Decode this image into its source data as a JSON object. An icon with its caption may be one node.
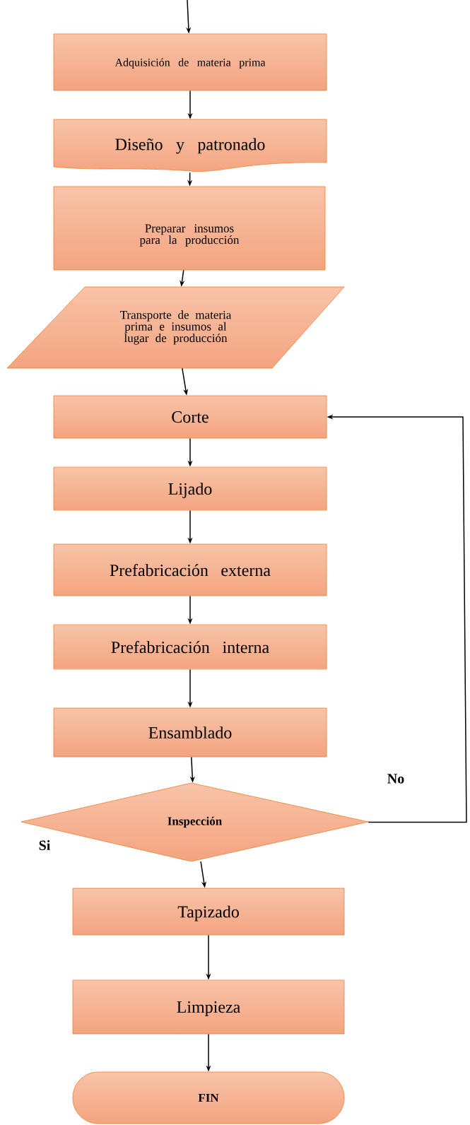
{
  "diagram": {
    "nodes": [
      {
        "text": [
          "Adquisición de materia prima"
        ]
      },
      {
        "text": [
          "Diseño y patronado"
        ]
      },
      {
        "text": [
          "Preparar insumos para la producción"
        ]
      },
      {
        "text": [
          "Transporte de materia prima e insumos al lugar de producción"
        ]
      },
      {
        "text": [
          "Corte"
        ]
      },
      {
        "text": [
          "Lijado"
        ]
      },
      {
        "text": [
          "Prefabricación externa"
        ]
      },
      {
        "text": [
          "Prefabricación interna"
        ]
      },
      {
        "text": [
          "Ensamblado"
        ]
      },
      {
        "text": [
          "Inspección"
        ]
      },
      {
        "text": [
          "Tapizado"
        ]
      },
      {
        "text": [
          "Limpieza"
        ]
      },
      {
        "text": [
          "FIN"
        ]
      }
    ],
    "edges": [
      {
        "from": null,
        "to": 0,
        "arrow": "to"
      },
      {
        "from": 0,
        "to": 1,
        "arrow": "to"
      },
      {
        "from": 1,
        "to": 2,
        "arrow": "to"
      },
      {
        "from": 2,
        "to": 3,
        "arrow": "to"
      },
      {
        "from": 3,
        "to": 4,
        "arrow": "to"
      },
      {
        "from": 4,
        "to": 5,
        "arrow": "to"
      },
      {
        "from": 5,
        "to": 6,
        "arrow": "to"
      },
      {
        "from": 6,
        "to": 7,
        "arrow": "to"
      },
      {
        "from": 7,
        "to": 8,
        "arrow": "to"
      },
      {
        "from": 8,
        "to": 9,
        "arrow": "to"
      },
      {
        "from": 9,
        "to": 10,
        "arrow": "to"
      },
      {
        "from": 10,
        "to": 11,
        "arrow": "to"
      },
      {
        "from": 11,
        "to": 12,
        "arrow": "to"
      },
      {
        "from": 9,
        "to": 4,
        "arrow": "to",
        "label": "No"
      }
    ],
    "labels": [
      "Si"
    ]
  }
}
